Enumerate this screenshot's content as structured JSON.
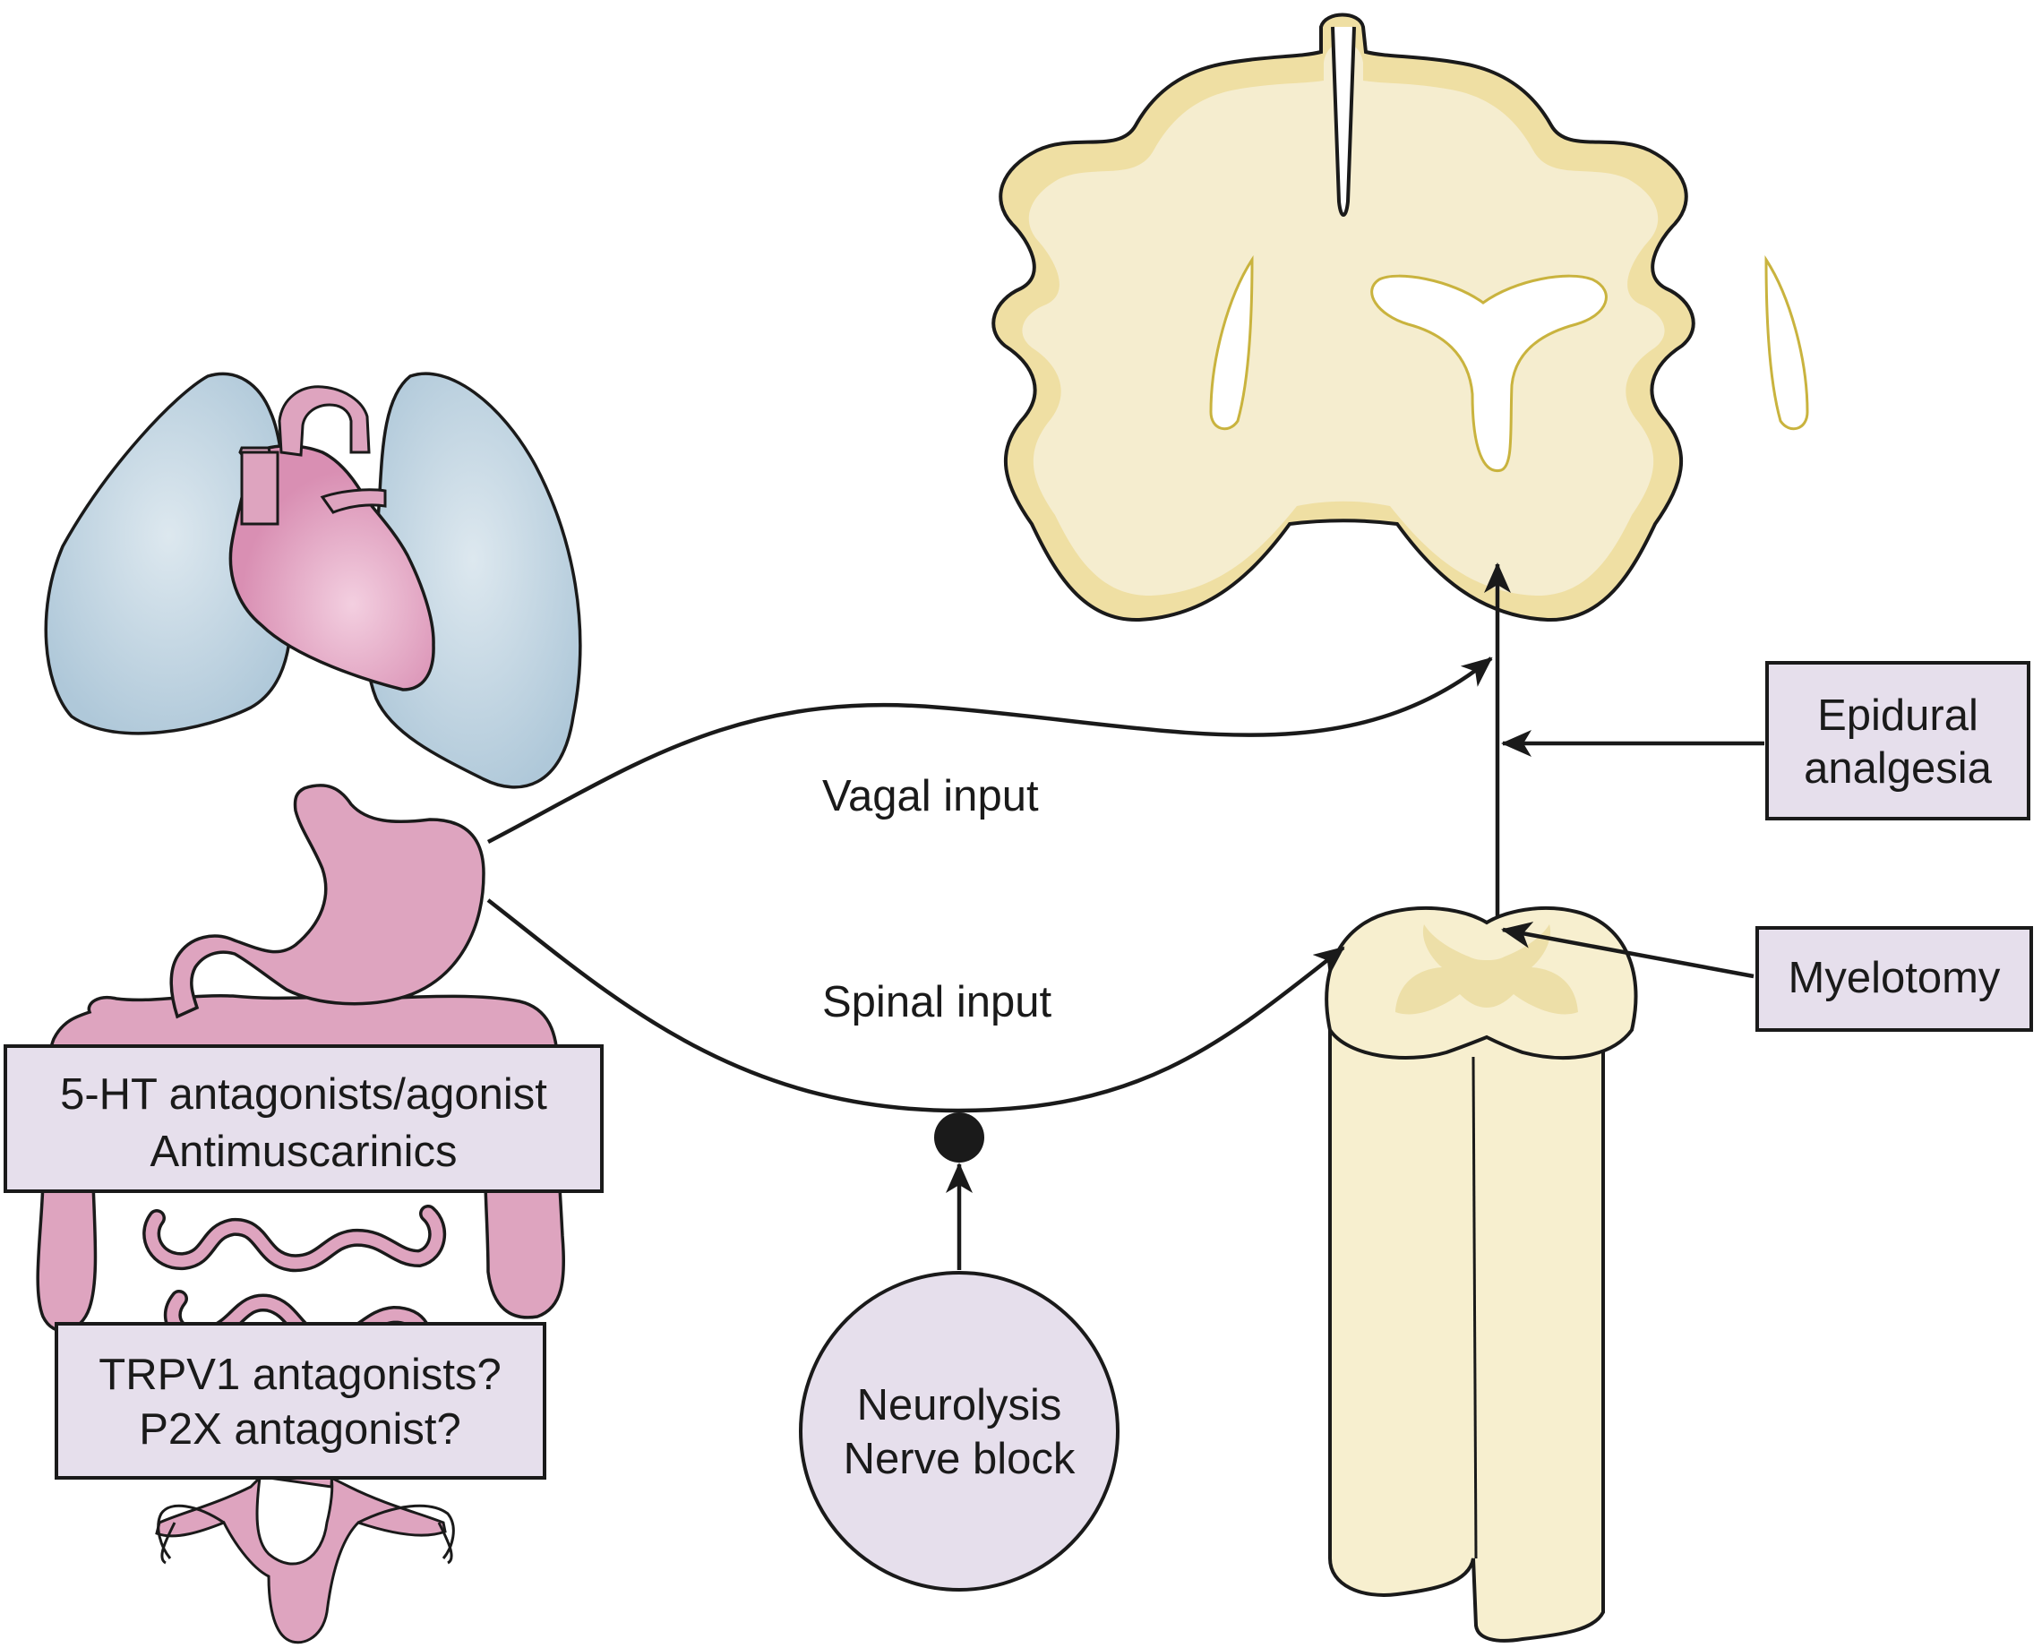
{
  "labels": {
    "vagal_input": "Vagal input",
    "spinal_input": "Spinal input"
  },
  "boxes": {
    "epidural_line1": "Epidural",
    "epidural_line2": "analgesia",
    "myelotomy": "Myelotomy",
    "ht_line1": "5-HT antagonists/agonist",
    "ht_line2": "Antimuscarinics",
    "trpv1_line1": "TRPV1 antagonists?",
    "trpv1_line2": "P2X antagonist?"
  },
  "circle": {
    "line1": "Neurolysis",
    "line2": "Nerve block"
  },
  "colors": {
    "lung_fill": "#c8dbe6",
    "organ_pink": "#dea4bf",
    "brain_outer": "#efdfa3",
    "brain_inner": "#f5edcf",
    "cord_fill": "#f7efcf",
    "cord_gray": "#eddfa8",
    "box_fill": "#e6dfec",
    "line": "#1a1a1a"
  }
}
